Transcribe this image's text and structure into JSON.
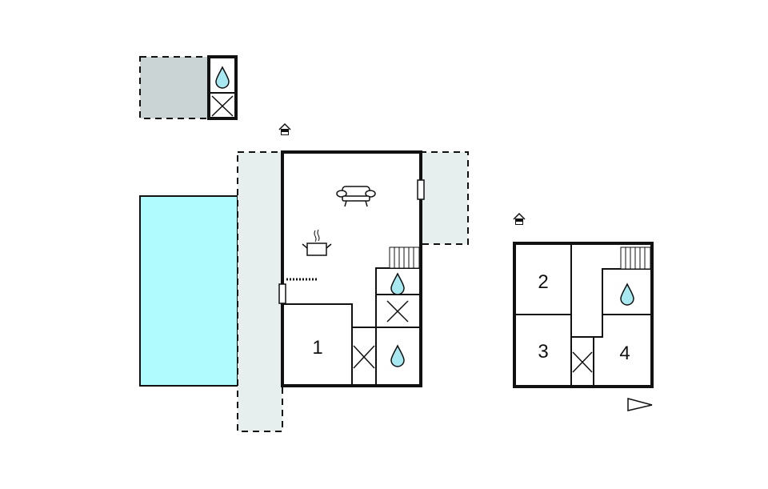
{
  "floorplan": {
    "colors": {
      "wall": "#111111",
      "terrace": "#e6eeee",
      "terrace_dark": "#cbd4d4",
      "pool": "#b0fbfd",
      "water_drop": "#a8e8f0",
      "background": "#ffffff"
    },
    "ground_floor": {
      "rooms": [
        {
          "id": "room-1",
          "label": "1"
        }
      ],
      "features": [
        "living-room-sofa",
        "kitchen-pot",
        "stairs",
        "shower",
        "toilet",
        "bathroom-drop",
        "entrance-marker",
        "door",
        "window"
      ]
    },
    "upper_floor": {
      "rooms": [
        {
          "id": "room-2",
          "label": "2"
        },
        {
          "id": "room-3",
          "label": "3"
        },
        {
          "id": "room-4",
          "label": "4"
        }
      ],
      "features": [
        "stairs",
        "shower",
        "toilet",
        "entrance-marker"
      ]
    },
    "outbuilding": {
      "features": [
        "shower",
        "toilet",
        "covered-terrace"
      ]
    },
    "pool": {
      "label": ""
    },
    "compass": {
      "label": ""
    }
  }
}
